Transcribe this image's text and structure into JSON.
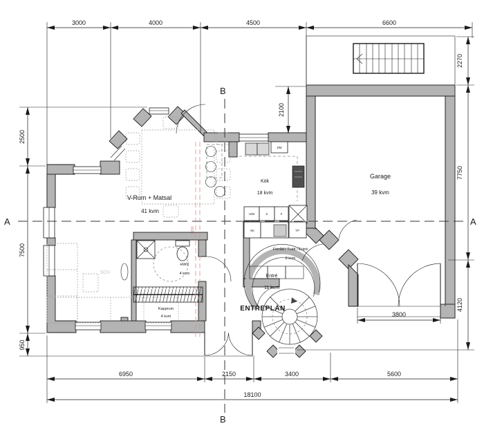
{
  "title": "ENTREPLAN",
  "sections": {
    "a": "A",
    "b": "B"
  },
  "dims": {
    "top": [
      "3000",
      "4000",
      "4500",
      "6600"
    ],
    "left": [
      "2500",
      "7500",
      "950"
    ],
    "right": [
      "2270",
      "7750",
      "4120"
    ],
    "bottom": [
      "6950",
      "2150",
      "3400",
      "5600"
    ],
    "total": "18100",
    "garage_door": "3800",
    "recess": "2100",
    "red_ref": "1200"
  },
  "rooms": {
    "vrum": {
      "name": "V-Rum + Matsal",
      "area": "41 kvm"
    },
    "kok": {
      "name": "Kök",
      "area": "18 kvm"
    },
    "garage": {
      "name": "Garage",
      "area": "39 kvm"
    },
    "forrad": {
      "name": "Förråd / Tvätt / Entré",
      "area": "8 kvm"
    },
    "entre": {
      "name": "Entré",
      "area": "11 kvm"
    },
    "hwc": {
      "name": "HWC",
      "area": "4 kvm"
    },
    "kapprum": {
      "name": "Kapprum",
      "area": "4 kvm"
    },
    "sov": "SOV"
  },
  "fixtures": {
    "dm": "DM",
    "um": "U/M",
    "k": "K",
    "f": "F",
    "sk": "SK",
    "tp": "TP"
  },
  "colors": {
    "wall": "#b4b4b4",
    "line": "#1a1a1a",
    "section": "#333333",
    "red_line": "#d09090",
    "furniture": "#a3a3a3"
  }
}
